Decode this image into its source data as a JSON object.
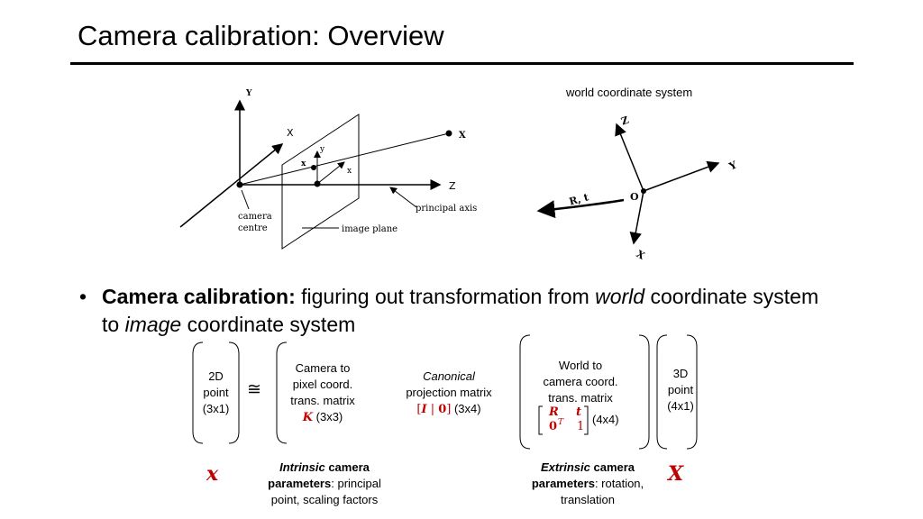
{
  "title": "Camera calibration: Overview",
  "camera_figure": {
    "y_axis": "Y",
    "x_axis": "X",
    "y_small": "y",
    "x_point": "x",
    "x_small": "x",
    "x_world": "X",
    "z_axis": "Z",
    "principal_axis": "principal axis",
    "camera_centre_line1": "camera",
    "camera_centre_line2": "centre",
    "image_plane": "image plane"
  },
  "world_figure": {
    "label": "world coordinate system",
    "z": "Z",
    "y": "Y",
    "o": "O",
    "x": "X",
    "rt": "R, t"
  },
  "bullet": {
    "symbol": "•",
    "bold": "Camera calibration:",
    "text1": " figuring out transformation from ",
    "italic1": "world",
    "text2": " coordinate system to ",
    "italic2": "image",
    "text3": " coordinate system"
  },
  "equation": {
    "point2d": [
      "2D",
      "point",
      "(3x1)"
    ],
    "congruent": "≅",
    "camera_matrix": [
      "Camera to",
      "pixel coord.",
      "trans. matrix"
    ],
    "k_symbol": "K",
    "k_size": " (3x3)",
    "canonical_italic": "Canonical",
    "canonical_line2": "projection matrix",
    "canonical_bracket_open": "[",
    "canonical_I": "I",
    "canonical_bar": " | ",
    "canonical_0": "0",
    "canonical_bracket_close": "]",
    "canonical_size": " (3x4)",
    "world_matrix": [
      "World to",
      "camera coord.",
      "trans. matrix"
    ],
    "world_R": "R",
    "world_t": "t",
    "world_0T": "0",
    "world_T": "T",
    "world_1": "1",
    "world_size": "(4x4)",
    "point3d": [
      "3D",
      "point",
      "(4x1)"
    ]
  },
  "labels": {
    "x_small": "x",
    "x_big": "X",
    "intrinsic_italic": "Intrinsic",
    "intrinsic_rest": " camera",
    "intrinsic_bold2": "parameters",
    "intrinsic_line2_rest": ": principal",
    "intrinsic_line3": "point, scaling factors",
    "extrinsic_italic": "Extrinsic",
    "extrinsic_rest": " camera",
    "extrinsic_bold2": "parameters",
    "extrinsic_line2_rest": ": rotation,",
    "extrinsic_line3": "translation"
  }
}
